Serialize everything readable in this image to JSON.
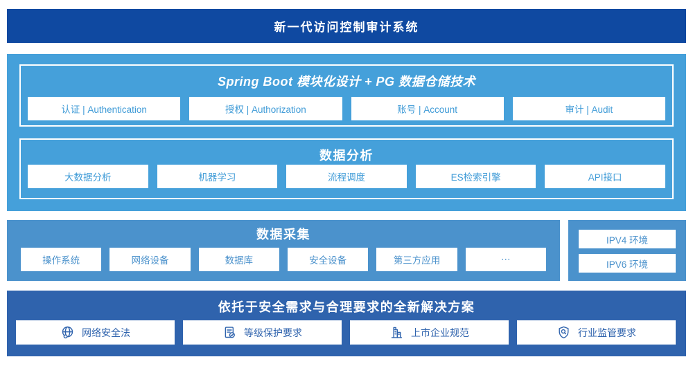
{
  "colors": {
    "header_bg": "#0F49A1",
    "platform_bg": "#45A0DA",
    "collection_bg": "#4B92CC",
    "solution_bg": "#2F63AD",
    "box_text_sky": "#3F9BD7",
    "box_text_navy": "#2F63AD",
    "box_bg": "#FFFFFF"
  },
  "header": {
    "title": "新一代访问控制审计系统"
  },
  "platform": {
    "modules": {
      "title": "Spring Boot 模块化设计 + PG 数据仓储技术",
      "items": [
        "认证 | Authentication",
        "授权 | Authorization",
        "账号 | Account",
        "审计 | Audit"
      ]
    },
    "analysis": {
      "title": "数据分析",
      "items": [
        "大数据分析",
        "机器学习",
        "流程调度",
        "ES检索引擎",
        "API接口"
      ]
    }
  },
  "collection": {
    "title": "数据采集",
    "items": [
      "操作系统",
      "网络设备",
      "数据库",
      "安全设备",
      "第三方应用",
      "⋯"
    ],
    "environments": [
      "IPV4 环境",
      "IPV6 环境"
    ]
  },
  "solution": {
    "title": "依托于安全需求与合理要求的全新解决方案",
    "items": [
      {
        "icon": "globe-icon",
        "label": "网络安全法"
      },
      {
        "icon": "document-check-icon",
        "label": "等级保护要求"
      },
      {
        "icon": "building-icon",
        "label": "上市企业规范"
      },
      {
        "icon": "shield-search-icon",
        "label": "行业监管要求"
      }
    ]
  }
}
